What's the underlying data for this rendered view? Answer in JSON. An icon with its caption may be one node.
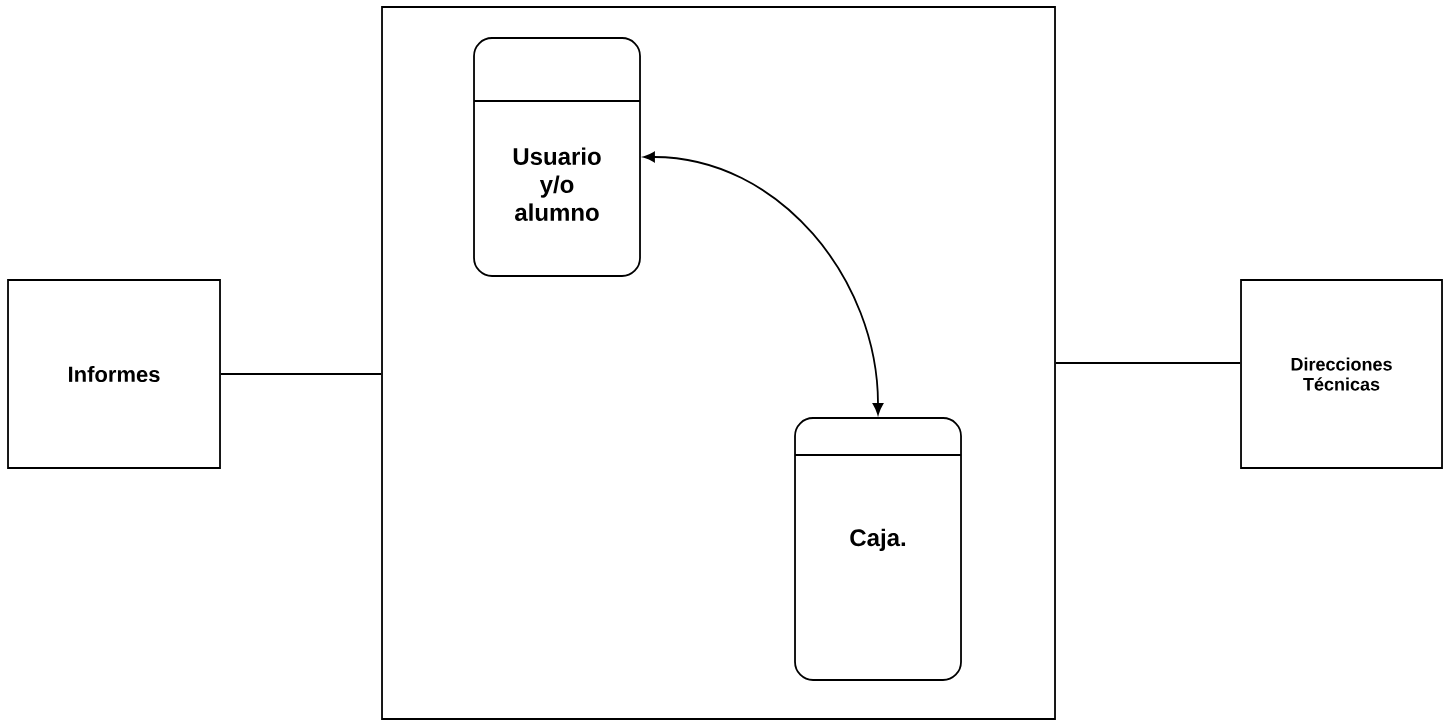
{
  "diagram": {
    "nodes": [
      {
        "text": [
          "Informes"
        ]
      },
      {
        "text": [],
        "shape": "box"
      },
      {
        "text": [
          "Usuario y/o alumno"
        ],
        "in": 1
      },
      {
        "text": [
          "Caja."
        ],
        "in": 1
      },
      {
        "text": [
          "Direcciones Técnicas"
        ]
      }
    ],
    "edges": [
      {
        "from": 0,
        "to": 1,
        "arrow": "none"
      },
      {
        "from": 2,
        "to": 3,
        "arrow": "both"
      },
      {
        "from": 1,
        "to": 4,
        "arrow": "none"
      }
    ]
  }
}
